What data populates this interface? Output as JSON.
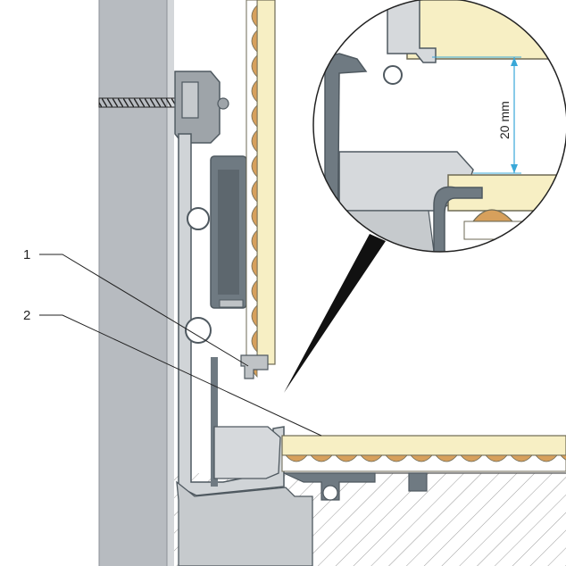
{
  "callouts": [
    {
      "number": "1"
    },
    {
      "number": "2"
    }
  ],
  "detail": {
    "dimension_label": "20 mm"
  },
  "colors": {
    "wall": "#b7bbc0",
    "wall_edge": "#8d9298",
    "profile": "#6f7a82",
    "profile_dark": "#4f5960",
    "panel": "#f7efc4",
    "panel_edge": "#6e6a55",
    "cushion": "#d7a05c",
    "dimension": "#3aa8d8",
    "hatch": "#9a9a9a",
    "leader": "#222222"
  }
}
